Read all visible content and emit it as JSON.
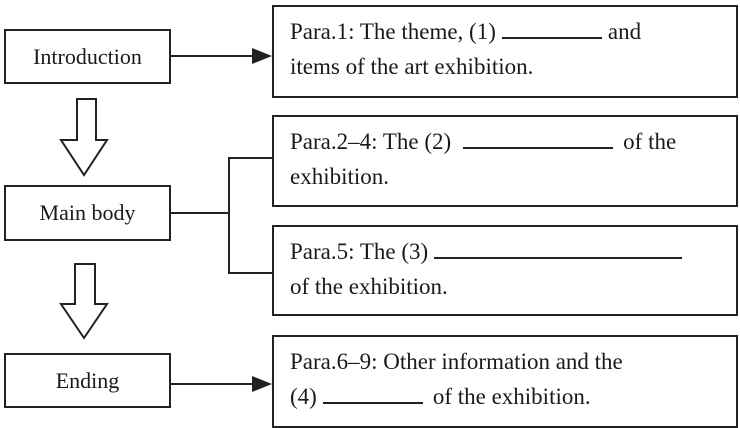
{
  "left_column": {
    "introduction": "Introduction",
    "main_body": "Main body",
    "ending": "Ending"
  },
  "paragraphs": {
    "para1": {
      "line1_before": "Para.1: The theme, (1)",
      "line1_after": "and",
      "line2": "items of the art exhibition."
    },
    "para2_4": {
      "line1_before": "Para.2–4: The (2)",
      "line1_after": "of the",
      "line2": "exhibition."
    },
    "para5": {
      "line1_before": "Para.5: The (3)",
      "line2": "of the exhibition."
    },
    "para6_9": {
      "line1": "Para.6–9: Other information and the",
      "line2_before": "(4)",
      "line2_after": "of the exhibition."
    }
  },
  "blanks": [
    "(1)",
    "(2)",
    "(3)",
    "(4)"
  ],
  "colors": {
    "line": "#222222",
    "background": "#ffffff",
    "text": "#1a1a1a"
  }
}
